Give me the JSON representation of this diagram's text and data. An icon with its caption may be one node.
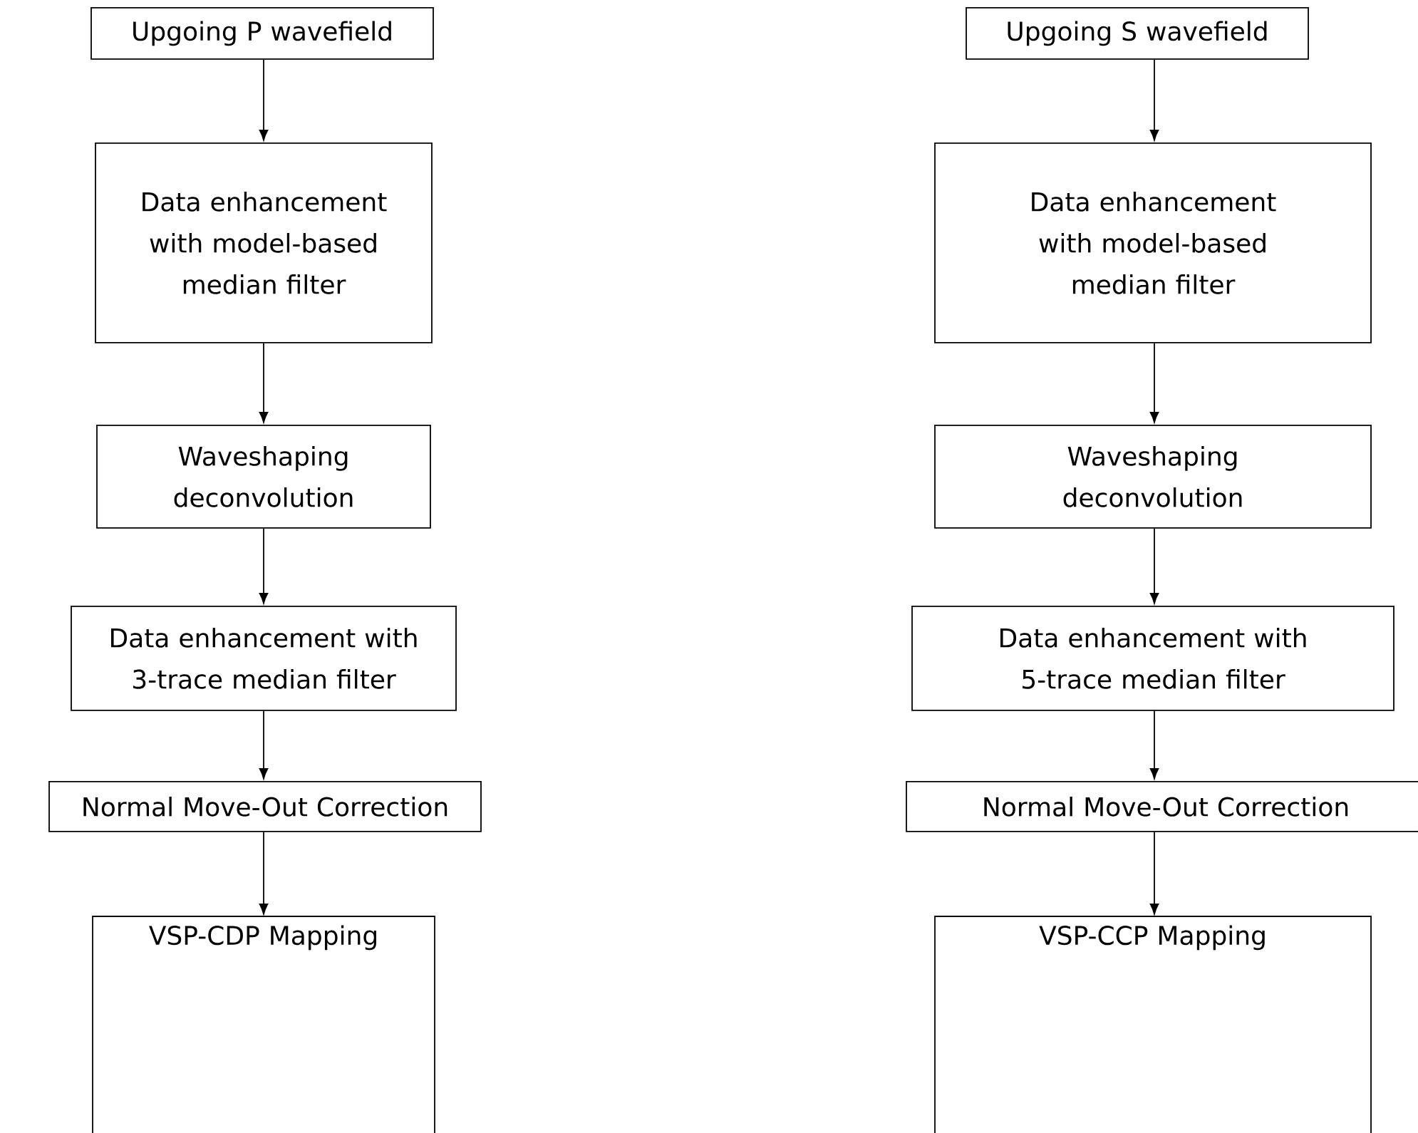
{
  "diagram": {
    "nodes": [
      {
        "text": [
          "Upgoing P wavefield"
        ]
      },
      {
        "text": [
          "Data enhancement with model-based median filter"
        ]
      },
      {
        "text": [
          "Waveshaping deconvolution"
        ]
      },
      {
        "text": [
          "Data enhancement with 3-trace median filter"
        ]
      },
      {
        "text": [
          "Normal Move-Out Correction"
        ]
      },
      {
        "text": [
          "VSP-CDP Mapping"
        ]
      },
      {
        "text": [
          "Upgoing S wavefield"
        ]
      },
      {
        "text": [
          "Data enhancement with model-based median filter"
        ]
      },
      {
        "text": [
          "Waveshaping deconvolution"
        ]
      },
      {
        "text": [
          "Data enhancement with 5-trace median filter"
        ]
      },
      {
        "text": [
          "Normal Move-Out Correction"
        ]
      },
      {
        "text": [
          "VSP-CCP Mapping"
        ]
      }
    ],
    "edges": [
      {
        "from": 0,
        "to": 1,
        "arrow": "to"
      },
      {
        "from": 1,
        "to": 2,
        "arrow": "to"
      },
      {
        "from": 2,
        "to": 3,
        "arrow": "to"
      },
      {
        "from": 3,
        "to": 4,
        "arrow": "to"
      },
      {
        "from": 4,
        "to": 5,
        "arrow": "to"
      },
      {
        "from": 6,
        "to": 7,
        "arrow": "to"
      },
      {
        "from": 7,
        "to": 8,
        "arrow": "to"
      },
      {
        "from": 8,
        "to": 9,
        "arrow": "to"
      },
      {
        "from": 9,
        "to": 10,
        "arrow": "to"
      },
      {
        "from": 10,
        "to": 11,
        "arrow": "to"
      }
    ]
  }
}
